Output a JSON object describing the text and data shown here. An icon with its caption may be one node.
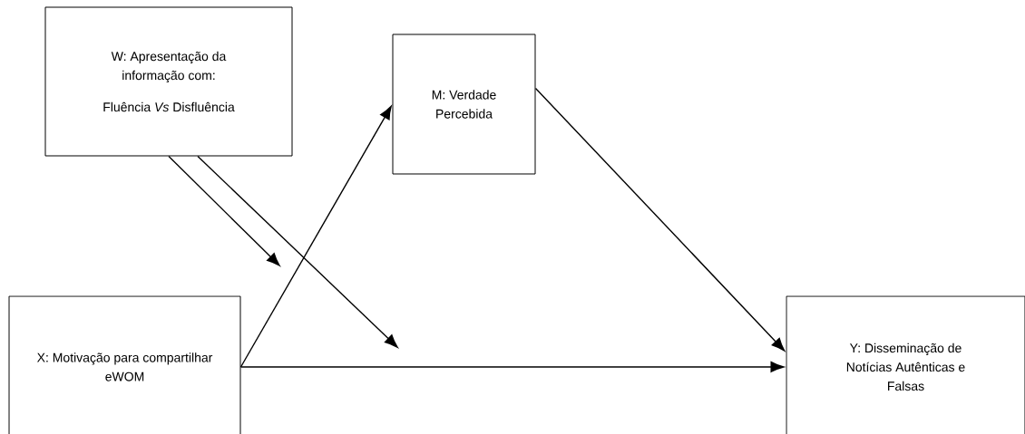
{
  "diagram": {
    "nodes": [
      {
        "text": [
          "W: Apresentação da informação com:",
          "Fluência *Vs* Disfluência"
        ]
      },
      {
        "text": [
          "M: Verdade Percebida"
        ]
      },
      {
        "text": [
          "X: Motivação para compartilhar eWOM"
        ]
      },
      {
        "text": [
          "Y: Disseminação de Notícias Autênticas e Falsas"
        ]
      }
    ],
    "edges": [
      {
        "from": 2,
        "to": 1,
        "arrow": "to"
      },
      {
        "from": 1,
        "to": 3,
        "arrow": "to"
      },
      {
        "from": 2,
        "to": 3,
        "arrow": "to"
      },
      {
        "from": 0,
        "to": null,
        "arrow": "to"
      },
      {
        "from": 0,
        "to": null,
        "arrow": "to"
      }
    ]
  }
}
